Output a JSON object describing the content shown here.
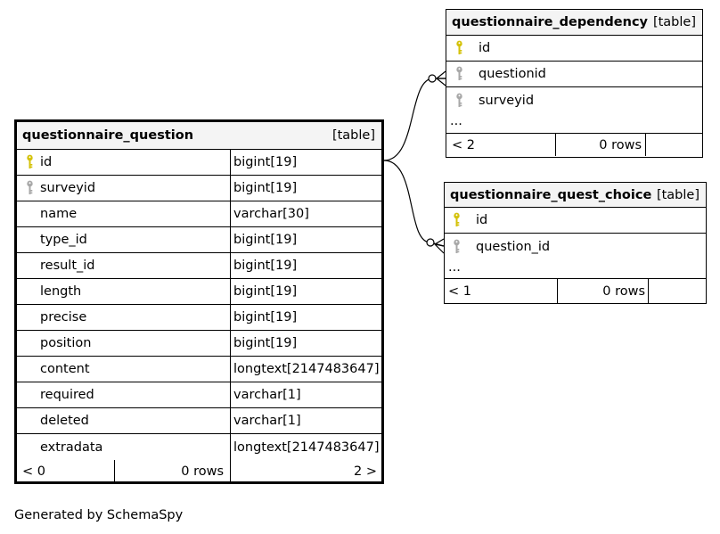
{
  "main_table": {
    "name": "questionnaire_question",
    "kind": "[table]",
    "columns": [
      {
        "name": "id",
        "type": "bigint[19]",
        "key": "primary"
      },
      {
        "name": "surveyid",
        "type": "bigint[19]",
        "key": "foreign"
      },
      {
        "name": "name",
        "type": "varchar[30]",
        "key": "none"
      },
      {
        "name": "type_id",
        "type": "bigint[19]",
        "key": "none"
      },
      {
        "name": "result_id",
        "type": "bigint[19]",
        "key": "none"
      },
      {
        "name": "length",
        "type": "bigint[19]",
        "key": "none"
      },
      {
        "name": "precise",
        "type": "bigint[19]",
        "key": "none"
      },
      {
        "name": "position",
        "type": "bigint[19]",
        "key": "none"
      },
      {
        "name": "content",
        "type": "longtext[2147483647]",
        "key": "none"
      },
      {
        "name": "required",
        "type": "varchar[1]",
        "key": "none"
      },
      {
        "name": "deleted",
        "type": "varchar[1]",
        "key": "none"
      },
      {
        "name": "extradata",
        "type": "longtext[2147483647]",
        "key": "none"
      }
    ],
    "footer": {
      "parents": "< 0",
      "rows": "0 rows",
      "children": "2 >"
    }
  },
  "dependency_table": {
    "name": "questionnaire_dependency",
    "kind": "[table]",
    "columns": [
      {
        "name": "id",
        "key": "primary"
      },
      {
        "name": "questionid",
        "key": "foreign"
      },
      {
        "name": "surveyid",
        "key": "foreign"
      }
    ],
    "ellipsis": "...",
    "footer": {
      "parents": "< 2",
      "rows": "0 rows"
    }
  },
  "choice_table": {
    "name": "questionnaire_quest_choice",
    "kind": "[table]",
    "columns": [
      {
        "name": "id",
        "key": "primary"
      },
      {
        "name": "question_id",
        "key": "foreign"
      }
    ],
    "ellipsis": "...",
    "footer": {
      "parents": "< 1",
      "rows": "0 rows"
    }
  },
  "colors": {
    "primary_key": "#d4c20a",
    "foreign_key": "#a8a8a8",
    "header_bg": "#f4f4f4",
    "line": "#000000"
  },
  "icons": {
    "primary_key": "key-icon",
    "foreign_key": "foreign-key-icon"
  },
  "generated_by": "Generated by SchemaSpy"
}
